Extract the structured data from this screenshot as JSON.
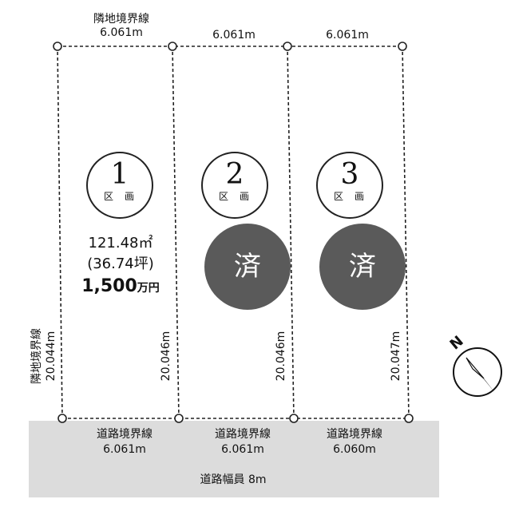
{
  "top_labels": {
    "left_title": "隣地境界線",
    "seg1": "6.061m",
    "seg2": "6.061m",
    "seg3": "6.061m"
  },
  "lots": [
    {
      "number": "1",
      "ku": "区画"
    },
    {
      "number": "2",
      "ku": "区画"
    },
    {
      "number": "3",
      "ku": "区画"
    }
  ],
  "lot1_info": {
    "area": "121.48㎡",
    "tsubo": "(36.74坪)",
    "price_number": "1,500",
    "price_unit": "万円"
  },
  "sold_mark": "済",
  "side_labels": {
    "left_title": "隣地境界線",
    "left_length": "20.044m",
    "div1": "20.046m",
    "div2": "20.046m",
    "right": "20.047m"
  },
  "road": {
    "seg1_title": "道路境界線",
    "seg1_length": "6.061m",
    "seg2_title": "道路境界線",
    "seg2_length": "6.061m",
    "seg3_title": "道路境界線",
    "seg3_length": "6.060m",
    "width": "道路幅員 8m"
  },
  "colors": {
    "road": "#dcdcdc",
    "sold_circle": "#5a5a5a"
  },
  "icons": [
    "north-arrow-icon"
  ]
}
